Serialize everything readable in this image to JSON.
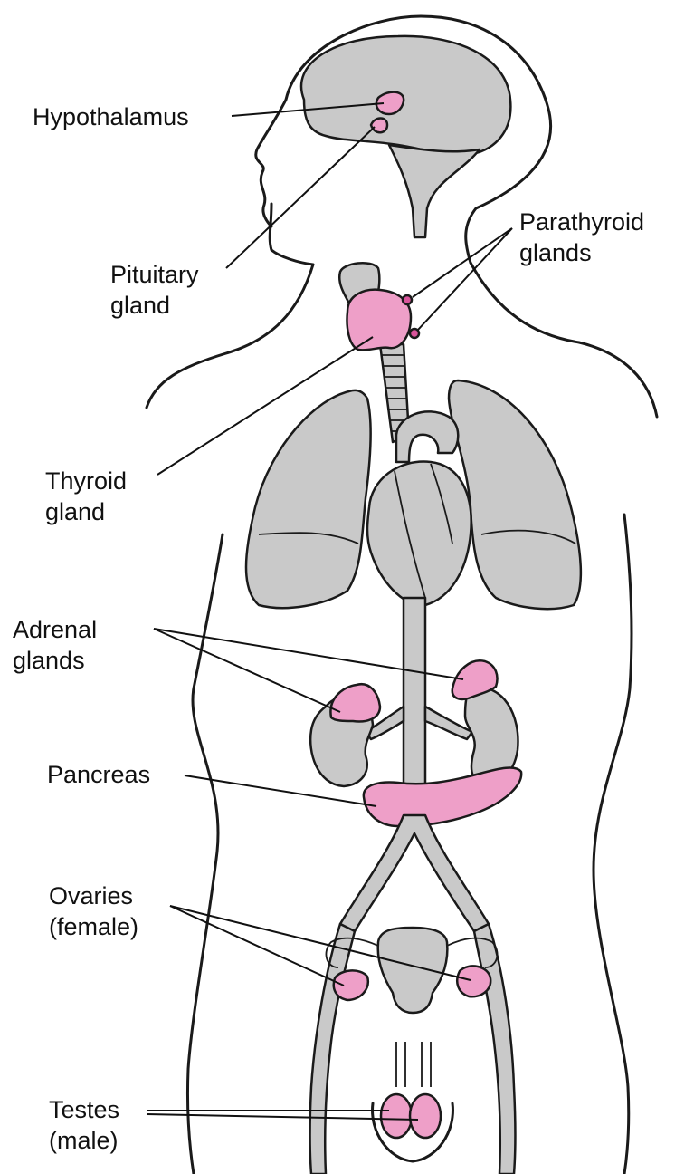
{
  "colors": {
    "organ_gray": "#c9c9c9",
    "gland_pink": "#ee9fc8",
    "gland_dark_pink": "#d9559b",
    "outline": "#1a1a1a"
  },
  "labels": {
    "hypothalamus": [
      "Hypothalamus"
    ],
    "pituitary": [
      "Pituitary",
      "gland"
    ],
    "parathyroid": [
      "Parathyroid",
      "glands"
    ],
    "thyroid": [
      "Thyroid",
      "gland"
    ],
    "adrenal": [
      "Adrenal",
      "glands"
    ],
    "pancreas": [
      "Pancreas"
    ],
    "ovaries": [
      "Ovaries",
      "(female)"
    ],
    "testes": [
      "Testes",
      "(male)"
    ]
  }
}
